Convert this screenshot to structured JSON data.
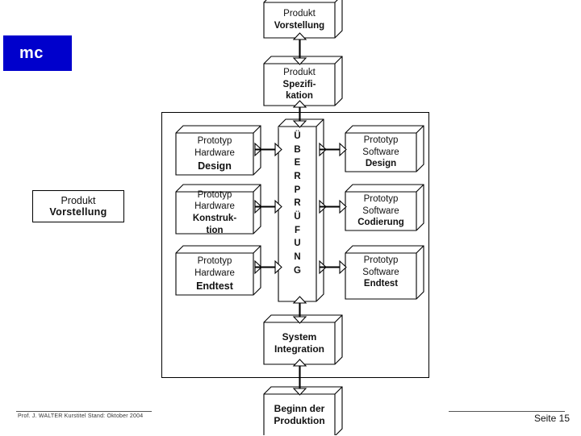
{
  "logo": {
    "text": "mc"
  },
  "left_label": {
    "line1": "Produkt",
    "line2": "Vorstellung"
  },
  "top_boxes": [
    {
      "name": "produkt-vorstellung",
      "lines": [
        "Produkt",
        "Vorstellung"
      ],
      "bold": [
        false,
        true
      ]
    },
    {
      "name": "produkt-spezifikation",
      "lines": [
        "Produkt",
        "Spezifi-",
        "kation"
      ],
      "bold": [
        false,
        true,
        true
      ]
    }
  ],
  "hardware_boxes": [
    {
      "name": "prototyp-hardware-design",
      "lines": [
        "Prototyp",
        "Hardware",
        "Design"
      ],
      "bold": [
        false,
        false,
        true
      ]
    },
    {
      "name": "prototyp-hardware-konstruktion",
      "lines": [
        "Prototyp",
        "Hardware",
        "Konstruk-",
        "tion"
      ],
      "bold": [
        false,
        false,
        true,
        true
      ]
    },
    {
      "name": "prototyp-hardware-endtest",
      "lines": [
        "Prototyp",
        "Hardware",
        "Endtest"
      ],
      "bold": [
        false,
        false,
        true
      ]
    }
  ],
  "software_boxes": [
    {
      "name": "prototyp-software-design",
      "lines": [
        "Prototyp",
        "Software",
        "Design"
      ],
      "bold": [
        false,
        false,
        true
      ]
    },
    {
      "name": "prototyp-software-codierung",
      "lines": [
        "Prototyp",
        "Software",
        "Codierung"
      ],
      "bold": [
        false,
        false,
        true
      ]
    },
    {
      "name": "prototyp-software-endtest",
      "lines": [
        "Prototyp",
        "Software",
        "Endtest"
      ],
      "bold": [
        false,
        false,
        true
      ]
    }
  ],
  "center_column": {
    "name": "ueberpruefung",
    "letters": [
      "Ü",
      "B",
      "E",
      "R",
      "P",
      "R",
      "Ü",
      "F",
      "U",
      "N",
      "G"
    ]
  },
  "bottom_boxes": [
    {
      "name": "system-integration",
      "lines": [
        "System",
        "Integration"
      ],
      "bold": [
        true,
        true
      ]
    },
    {
      "name": "beginn-der-produktion",
      "lines": [
        "Beginn der",
        "Produktion"
      ],
      "bold": [
        true,
        true
      ]
    }
  ],
  "footer": {
    "credit": "Prof. J. WALTER   Kurstitel  Stand: Oktober 2004",
    "page": "Seite 15"
  },
  "colors": {
    "logo_background": "#0000cc",
    "logo_text": "#ffffff",
    "stroke": "#000000",
    "fill": "#ffffff"
  }
}
